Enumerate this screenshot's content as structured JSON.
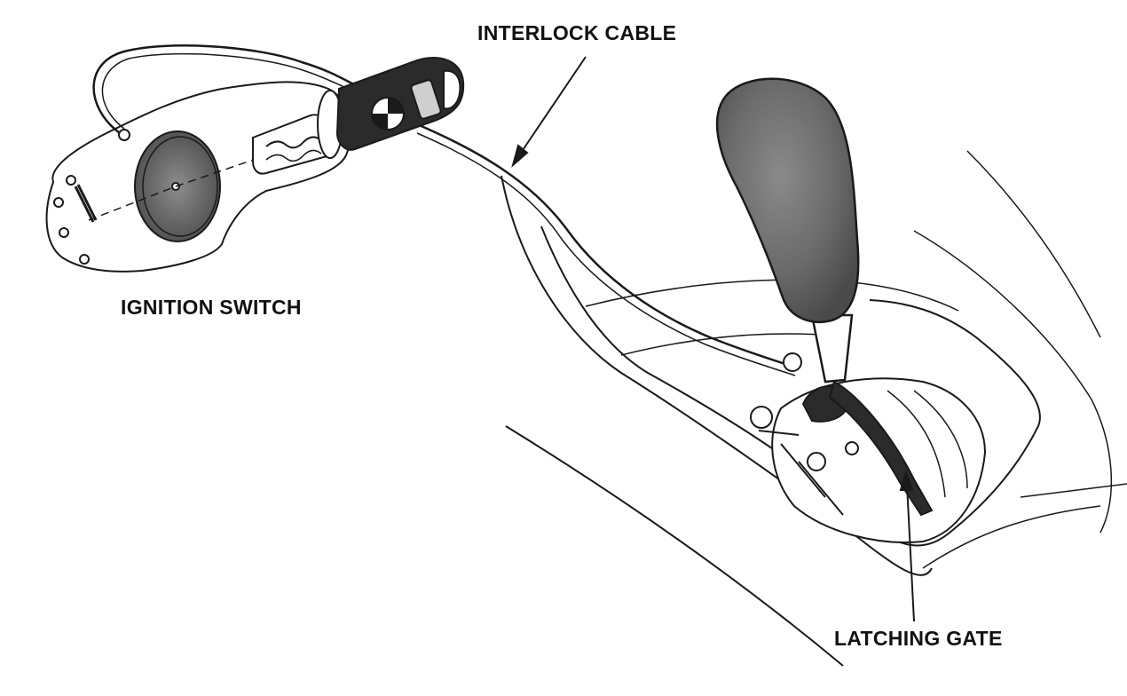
{
  "labels": {
    "interlock_cable": "INTERLOCK CABLE",
    "ignition_switch": "IGNITION SWITCH",
    "latching_gate": "LATCHING GATE"
  },
  "colors": {
    "line": "#1a1a1a",
    "knob_fill": "#6e6e6e",
    "key_fill": "#2b2b2b",
    "background": "#ffffff"
  }
}
